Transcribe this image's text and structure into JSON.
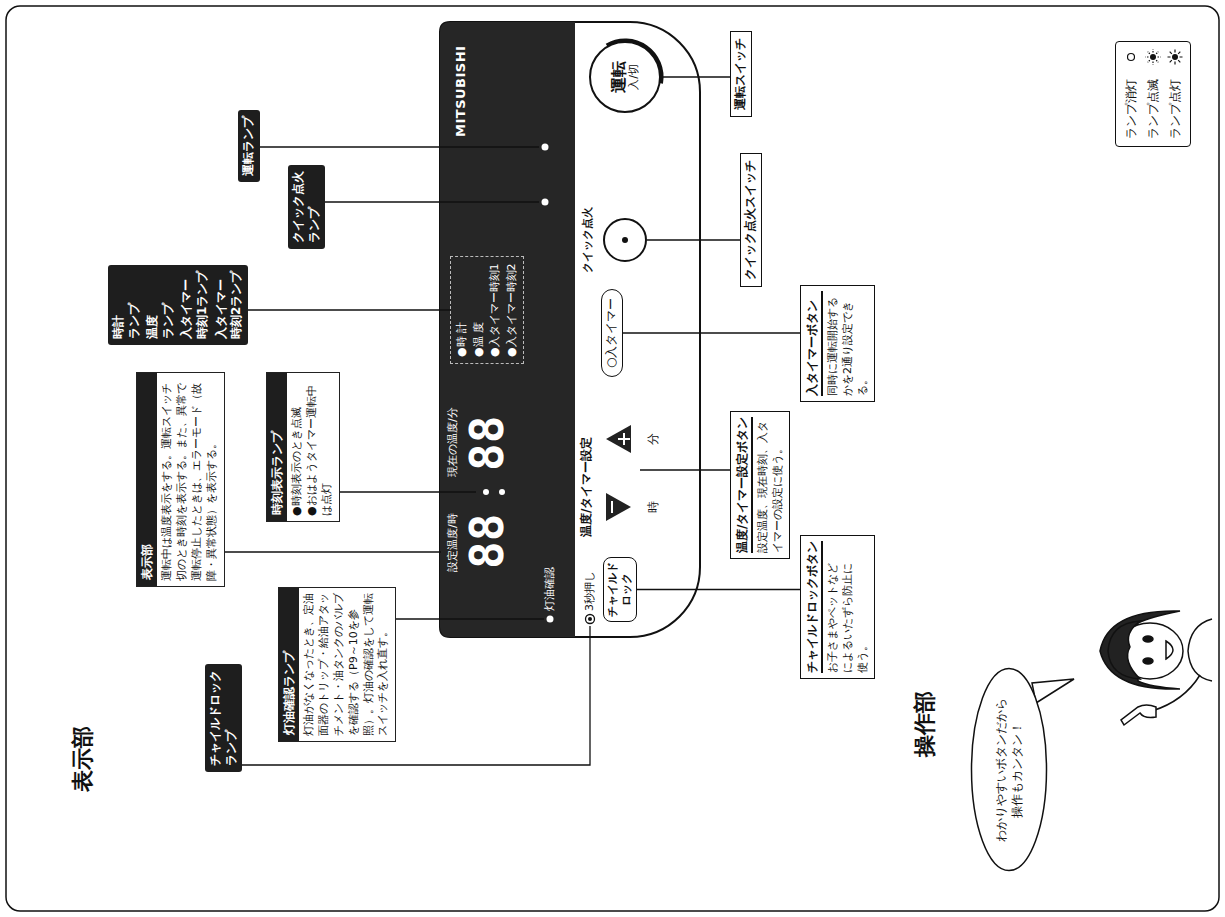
{
  "diagram": {
    "nodes": [
      {
        "text": [
          "運転ランプ"
        ]
      },
      {
        "text": [
          "クイック点火 ランプ"
        ]
      },
      {
        "text": [
          "時計 ランプ",
          "温度 ランプ",
          "入タイマー 時刻1ランプ",
          "入タイマー 時刻2ランプ"
        ]
      },
      {
        "text": [
          "表示部",
          "運転中は温度表示をする。運転スイッチ切のとき時刻を表示する。また、異常で運転停止したときは、エラーモード（故障・異常状態）を表示する。"
        ]
      },
      {
        "text": [
          "時刻表示ランプ",
          "●時刻表示のとき点滅",
          "●おはようタイマー運転中は点灯"
        ]
      },
      {
        "text": [
          "チャイルドロック ランプ"
        ]
      },
      {
        "text": [
          "灯油確認ランプ",
          "灯油がなくなったとき、定油面器のトリップ・給油アタッチメント・油タンクのバルブを確認する（P9～10を参照）。灯油の確認をして運転スイッチを入れ直す。"
        ]
      },
      {
        "text": [
          "MITSUBISHI"
        ]
      },
      {
        "text": [
          "運転",
          "入/切"
        ],
        "in": 7
      },
      {
        "text": [
          "クイック点火"
        ],
        "in": 7
      },
      {
        "text": [
          "○入タイマー"
        ],
        "in": 7
      },
      {
        "text": [
          "チャイルド ロック"
        ],
        "in": 7
      },
      {
        "text": [
          "●時 計",
          "●温 度",
          "●入タイマー時刻1",
          "●入タイマー時刻2"
        ],
        "in": 7
      },
      {
        "text": [
          "運転スイッチ"
        ]
      },
      {
        "text": [
          "クイック点火スイッチ"
        ]
      },
      {
        "text": [
          "温度/タイマー設定ボタン",
          "設定温度、現在時刻、入タイマーの設定に使う。"
        ]
      },
      {
        "text": [
          "入タイマーボタン",
          "同時に運転開始するかを2通り設定できる。"
        ]
      },
      {
        "text": [
          "チャイルドロックボタン",
          "お子さまやペットなどによるいたずら防止に使う。"
        ]
      },
      {
        "text": [
          "わかりやすいボタンだから 操作もカンタン！"
        ]
      }
    ],
    "edges": [
      {
        "from": 2,
        "to": 12,
        "arrow": "none"
      },
      {
        "from": 13,
        "to": 8,
        "arrow": "none"
      },
      {
        "from": 14,
        "to": 9,
        "arrow": "none"
      },
      {
        "from": 16,
        "to": 10,
        "arrow": "none"
      },
      {
        "from": 17,
        "to": 11,
        "arrow": "none"
      }
    ],
    "labels": [
      "表示部",
      "操作部",
      "設定温度/時",
      "88",
      "現在の温度/分",
      "88",
      "灯油確認",
      "3秒押し",
      "温度/タイマー設定",
      "時",
      "分"
    ],
    "legend": [
      {
        "text": "ランプ消灯"
      },
      {
        "text": "ランプ点滅"
      },
      {
        "text": "ランプ点灯"
      }
    ]
  }
}
